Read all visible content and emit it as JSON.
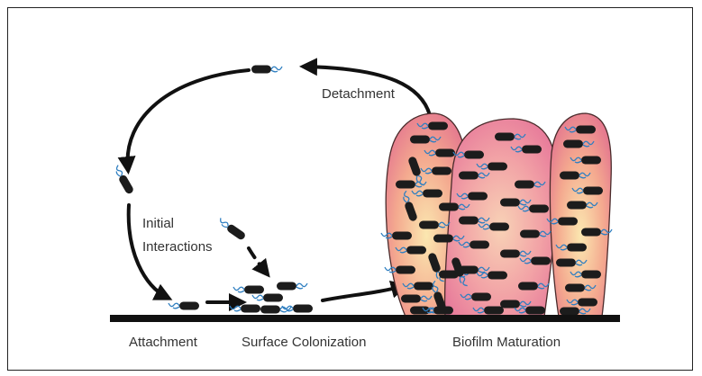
{
  "labels": {
    "detachment": "Detachment",
    "initial_line1": "Initial",
    "initial_line2": "Interactions",
    "attachment": "Attachment",
    "surface_colonization": "Surface Colonization",
    "biofilm_maturation": "Biofilm Maturation"
  },
  "colors": {
    "bacterium": "#1c1c1c",
    "flagellum": "#2f7fc1",
    "arrow": "#111111",
    "surface": "#111111",
    "biofilm_core": "#fbe7b0",
    "biofilm_mid": "#f4a98f",
    "biofilm_edge": "#e2708f"
  },
  "icons": [
    "bacterium-icon",
    "flagellum-icon",
    "process-arrow-icon"
  ]
}
